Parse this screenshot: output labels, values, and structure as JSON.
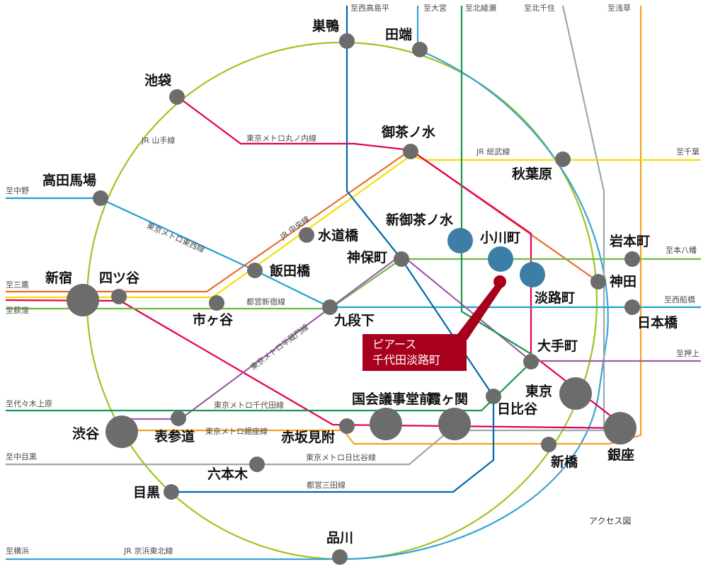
{
  "colors": {
    "yamanote": "#9dc51f",
    "chuo": "#ec6c2e",
    "sobu": "#f4e000",
    "marunouchi": "#e4004f",
    "tozai": "#1ea0d4",
    "hanzomon": "#9e5ba8",
    "chiyoda": "#17984c",
    "ginza": "#f3a21e",
    "hibiya": "#9aa8b0",
    "mita": "#0067b0",
    "shinjuku": "#6cbb45",
    "keihin": "#3aa3d6",
    "station": "#6c6c6c",
    "highlight_station": "#3c7ea6",
    "destination": "#a8001c"
  },
  "map_title": "アクセス図",
  "destination": {
    "line1": "ピアース",
    "line2": "千代田淡路町"
  },
  "stations": {
    "sugamo": "巣鴨",
    "tabata": "田端",
    "ikebukuro": "池袋",
    "ochanomizu": "御茶ノ水",
    "akihabara": "秋葉原",
    "takadanobaba": "高田馬場",
    "suidobashi": "水道橋",
    "iidabashi": "飯田橋",
    "shinochanomizu": "新御茶ノ水",
    "ogawamachi": "小川町",
    "iwamotocho": "岩本町",
    "jimbocho": "神保町",
    "awajicho": "淡路町",
    "kanda": "神田",
    "shinjuku": "新宿",
    "yotsuya": "四ツ谷",
    "ichigaya": "市ヶ谷",
    "kudanshita": "九段下",
    "nihombashi": "日本橋",
    "otemachi": "大手町",
    "kokkaigijidomae": "国会議事堂前",
    "kasumigaseki": "霞ヶ関",
    "tokyo": "東京",
    "shibuya": "渋谷",
    "omotesando": "表参道",
    "akasakamitsuke": "赤坂見附",
    "hibiya": "日比谷",
    "shimbashi": "新橋",
    "ginza": "銀座",
    "roppongi": "六本木",
    "meguro": "目黒",
    "shinagawa": "品川"
  },
  "line_labels": {
    "yamanote": "JR 山手線",
    "marunouchi": "東京メトロ丸ノ内線",
    "sobu": "JR 総武線",
    "tozai": "東京メトロ東西線",
    "chuo": "JR 中央線",
    "shinjuku": "都営新宿線",
    "hanzomon": "東京メトロ半蔵門線",
    "chiyoda": "東京メトロ千代田線",
    "ginza": "東京メトロ銀座線",
    "hibiya": "東京メトロ日比谷線",
    "mita": "都営三田線",
    "keihin": "JR 京浜東北線"
  },
  "directions": {
    "nishitakashimadaira": "至西高島平",
    "omiya": "至大宮",
    "kitaayase": "至北綾瀬",
    "kitasenju": "至北千住",
    "asakusa": "至浅草",
    "chiba": "至千葉",
    "nakano": "至中野",
    "motoyawata": "至本八幡",
    "mitaka": "至三鷹",
    "ogikubo": "至荻窪",
    "nishifunabashi": "至西船橋",
    "oshiage": "至押上",
    "yoyogiuehara": "至代々木上原",
    "nakameguro": "至中目黒",
    "yokohama": "至横浜"
  }
}
